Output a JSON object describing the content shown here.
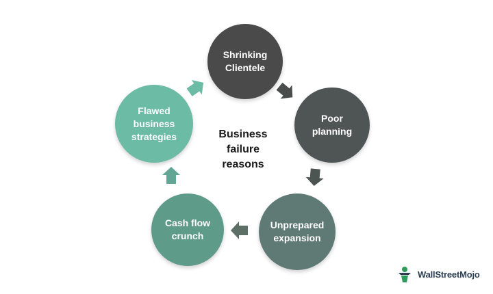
{
  "diagram": {
    "center_label": "Business\nfailure\nreasons",
    "nodes": [
      {
        "label": "Shrinking\nClientele",
        "color": "#4a4a4a"
      },
      {
        "label": "Poor\nplanning",
        "color": "#4f5554"
      },
      {
        "label": "Unprepared\nexpansion",
        "color": "#5f7a74"
      },
      {
        "label": "Cash flow\ncrunch",
        "color": "#5f9b89"
      },
      {
        "label": "Flawed\nbusiness\nstrategies",
        "color": "#6cbba5"
      }
    ],
    "arrow_colors": {
      "dark": "#4a4d4c",
      "mid": "#5d7068",
      "light": "#6cbba5"
    }
  },
  "logo": {
    "text": "WallStreetMojo",
    "icon": "wallstreetmojo-logo-icon",
    "color": "#2d3f52",
    "accent": "#2f9a5c"
  }
}
